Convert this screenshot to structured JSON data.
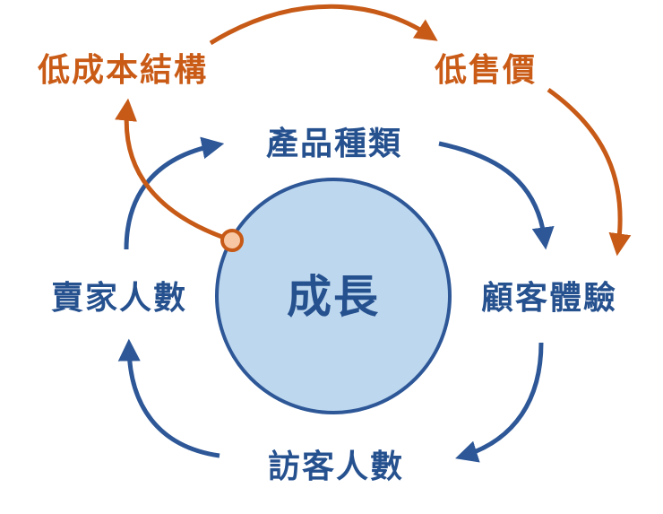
{
  "center": {
    "label": "成長"
  },
  "cycle": {
    "top": "產品種類",
    "right": "顧客體驗",
    "bottom": "訪客人數",
    "left": "賣家人數"
  },
  "outer": {
    "left": "低成本結構",
    "right": "低售價"
  },
  "colors": {
    "blue": "#2d5797",
    "orange": "#c75a17",
    "circle_fill": "#bdd7ee",
    "dot_fill": "#f8c8a4"
  }
}
